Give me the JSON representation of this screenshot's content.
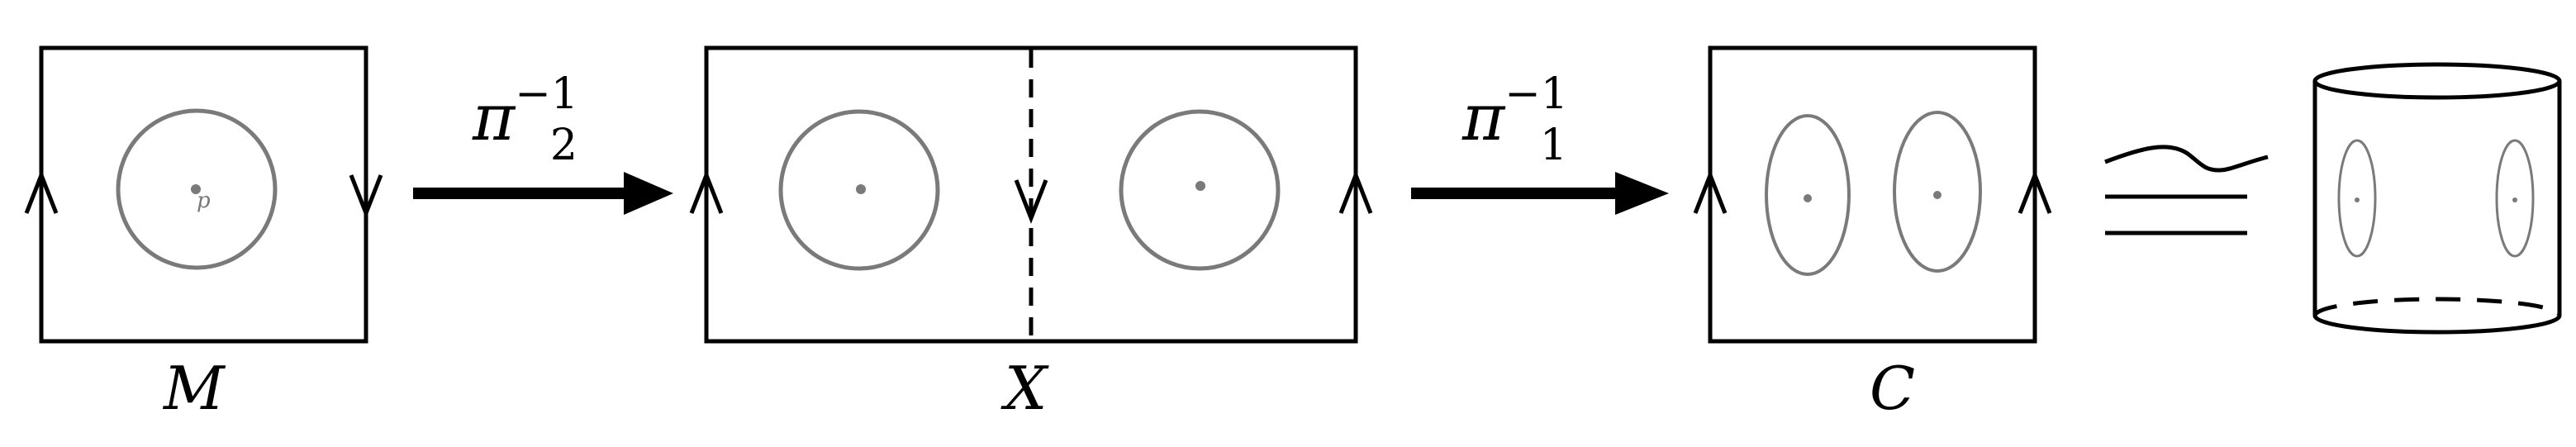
{
  "labels": {
    "space_m": "M",
    "space_x": "X",
    "space_c": "C",
    "point_p": "p"
  },
  "maps": {
    "pi2_inverse": {
      "base": "π",
      "sub": "2",
      "sup": "−1"
    },
    "pi1_inverse": {
      "base": "π",
      "sub": "1",
      "sup": "−1"
    }
  },
  "colors": {
    "stroke": "#000000",
    "circle": "#7a7a7a"
  },
  "symbols": {
    "homeomorphism": "homeomorphic-to-symbol"
  }
}
